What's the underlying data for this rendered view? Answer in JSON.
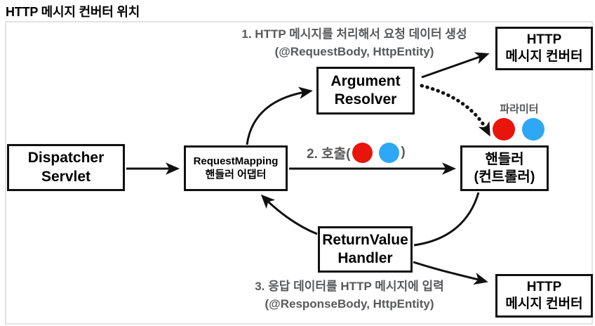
{
  "page_title": "HTTP 메시지 컨버터 위치",
  "boxes": {
    "dispatcher": {
      "label": "Dispatcher\nServlet"
    },
    "adapter": {
      "label": "RequestMapping\n핸들러 어댑터"
    },
    "argument_resolver": {
      "label": "Argument\nResolver"
    },
    "http_converter_top": {
      "label": "HTTP\n메시지 컨버터"
    },
    "handler": {
      "label": "핸들러\n(컨트롤러)"
    },
    "return_value_handler": {
      "label": "ReturnValue\nHandler"
    },
    "http_converter_bottom": {
      "label": "HTTP\n메시지 컨버터"
    }
  },
  "annotations": {
    "step1_line1": "1. HTTP 메시지를 처리해서 요청 데이터 생성",
    "step1_line2": "(@RequestBody, HttpEntity)",
    "step2_prefix": "2. 호출(",
    "step2_suffix": ")",
    "parameter_label": "파라미터",
    "step3_line1": "3. 응답 데이터를 HTTP 메시지에 입력",
    "step3_line2": "(@ResponseBody, HttpEntity)"
  },
  "colors": {
    "red_dot": "#e9140b",
    "blue_dot": "#2ea7f5",
    "annotation_gray": "#58595b",
    "box_border": "#111111"
  }
}
